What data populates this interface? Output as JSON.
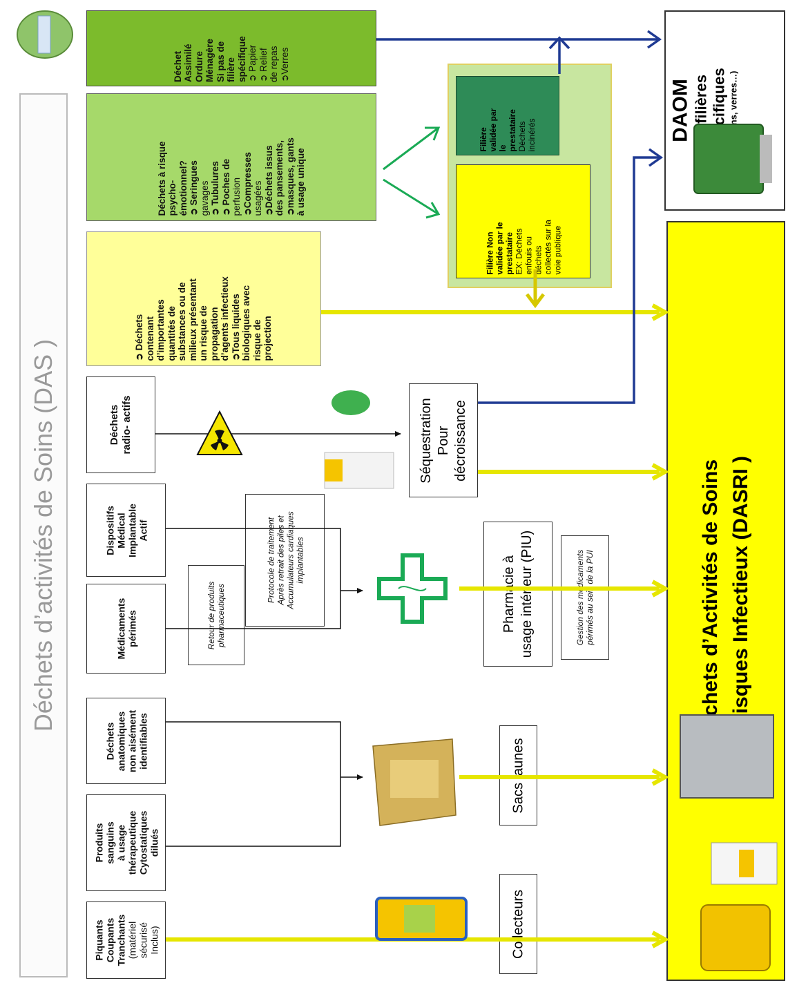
{
  "title": "Déchets d’activités de Soins (DAS )",
  "categories": {
    "piquants": [
      "Piquants",
      "Coupants",
      "Tranchants",
      "(matériel",
      "sécurisé",
      "Inclus)"
    ],
    "produits_sanguins": [
      "Produits",
      "sanguins",
      "à usage",
      "thérapeutique",
      "Cytostatiques",
      "dilués"
    ],
    "anatomiques": [
      "Déchets",
      "anatomiques",
      "non aisément",
      "identifiables"
    ],
    "medicaments": [
      "Médicaments",
      "périmés"
    ],
    "dispositifs": [
      "Dispositifs",
      "Médical",
      "Implantable",
      "Actif"
    ],
    "radioactifs": [
      "Déchets",
      "radio- actifs"
    ],
    "liquides": [
      "➲ Déchets",
      "contenant",
      "d’importantes",
      "quantités de",
      "substances ou de",
      "milieux présentant",
      "un risque de",
      "propagation",
      "d’agents infectieux",
      "➲Tous liquides",
      "biologiques avec",
      "risque de",
      "projection"
    ],
    "psycho": [
      "Déchets à risque",
      "psycho-",
      "émotionnel?",
      "➲ Seringues",
      "gavages",
      "➲ Tubulures",
      "➲ Poches de",
      "perfusion",
      "➲Compresses",
      "usagées",
      "➲Déchets issus",
      "des pansements,",
      "➲masques, gants",
      "à usage unique"
    ],
    "assimile": [
      "Déchet",
      "Assimilé",
      "Ordure",
      "Ménagère",
      "Si pas de",
      "filière",
      "spécifique",
      "➲ Papier",
      "➲ Relief",
      "de repas",
      "➲Verres"
    ]
  },
  "mid": {
    "retour": [
      "Retour de produits",
      "pharmaceutiques"
    ],
    "protocole": [
      "Protocole de traitement",
      "Après retrait des piles et",
      "Accumulateurs cardiaques",
      "implantables"
    ],
    "filiere_validee": [
      "Filière",
      "validée par",
      "le",
      "prestataire",
      "Déchets",
      "incinérés"
    ],
    "filiere_non_validee": [
      "Filière Non",
      "validée par le",
      "prestataire",
      "EX: Déchets",
      "enfouis ou",
      "déchets",
      "collectés sur la",
      "voie publique"
    ]
  },
  "lower": {
    "collecteurs": "Collecteurs",
    "sacs": "Sacs jaunes",
    "pharmacie": [
      "Pharmacie à",
      "usage intérieur  (PIU)"
    ],
    "gestion": [
      "Gestion des médicaments",
      "périmés au sein de la PUI"
    ],
    "sequestration": [
      "Séquestration",
      "Pour",
      "décroissance"
    ]
  },
  "dasri": [
    "Déchets d’Activités de Soins",
    "à Risques Infectieux (DASRI )"
  ],
  "daom": {
    "title": "DAOM",
    "line2": "ou filières",
    "line3": "Spécifiques",
    "line4": "(cartons, verres…)"
  },
  "colors": {
    "yellow_box": "#ffff00",
    "light_yellow": "#ffff99",
    "light_green": "#a6d96a",
    "green_box": "#7cbb2c",
    "dark_green": "#2e8b57",
    "navy": "#1f3a93",
    "arrow_yellow": "#e6e600",
    "arrow_green": "#1aaa55"
  }
}
